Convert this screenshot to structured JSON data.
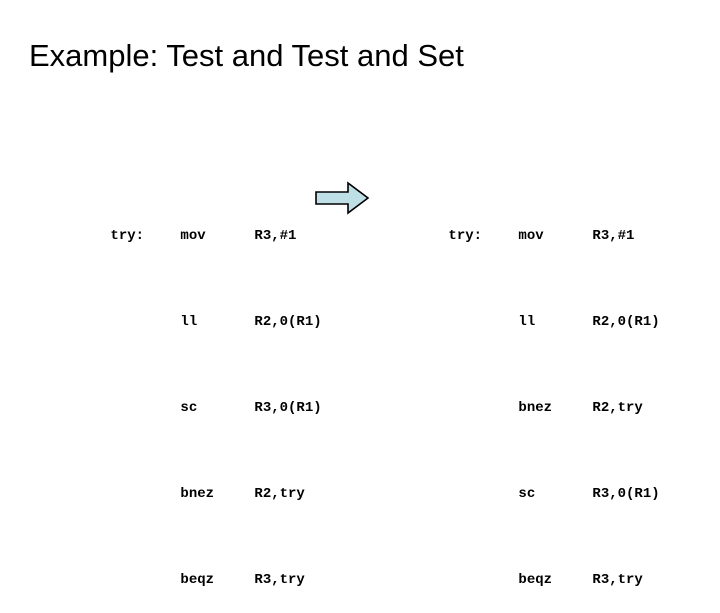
{
  "slide": {
    "title": "Example: Test and Test and Set",
    "background_color": "#ffffff",
    "text_color": "#000000"
  },
  "code_left": {
    "name": "test-and-set-before",
    "lines": [
      {
        "label": "try:",
        "op": "mov",
        "args": "R3,#1"
      },
      {
        "label": "",
        "op": "ll",
        "args": "R2,0(R1)"
      },
      {
        "label": "",
        "op": "sc",
        "args": "R3,0(R1)"
      },
      {
        "label": "",
        "op": "bnez",
        "args": "R2,try"
      },
      {
        "label": "",
        "op": "beqz",
        "args": "R3,try"
      }
    ]
  },
  "code_right": {
    "name": "test-and-test-and-set-after",
    "lines": [
      {
        "label": "try:",
        "op": "mov",
        "args": "R3,#1"
      },
      {
        "label": "",
        "op": "ll",
        "args": "R2,0(R1)"
      },
      {
        "label": "",
        "op": "bnez",
        "args": "R2,try"
      },
      {
        "label": "",
        "op": "sc",
        "args": "R3,0(R1)"
      },
      {
        "label": "",
        "op": "beqz",
        "args": "R3,try"
      }
    ]
  },
  "arrow": {
    "icon": "right-block-arrow-icon",
    "direction": "right",
    "fill_color": "#bfdfe6",
    "stroke_color": "#000000"
  }
}
